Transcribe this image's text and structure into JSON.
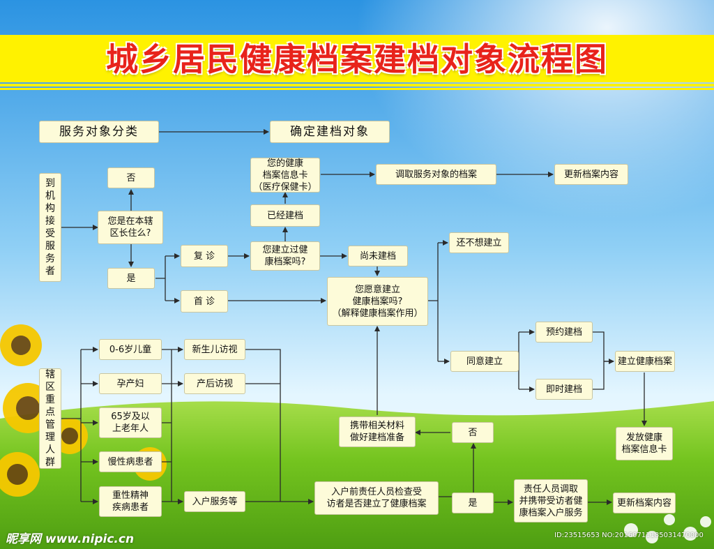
{
  "title": "城乡居民健康档案建档对象流程图",
  "watermark": "昵享网 www.nipic.cn",
  "image_id": "ID:23515653 NO:20160711185031470000",
  "colors": {
    "sky_top": "#1f8fe0",
    "sky_bottom": "#d8f0ff",
    "grass": "#6cc31c",
    "title_band": "#fff200",
    "title_text": "#e8231b",
    "node_fill": "#fdfbd9"
  },
  "nodes": {
    "classify": "服务对象分类",
    "determine": "确定建档对象",
    "walkin": "到\n机\n构\n接\n受\n服\n务\n者",
    "no_top": "否",
    "resident_q": "您是在本辖\n区长住么?",
    "yes_left": "是",
    "revisit": "复  诊",
    "first_visit": "首  诊",
    "card": "您的健康\n档案信息卡\n（医疗保健卡）",
    "already": "已经建档",
    "built_q": "您建立过健\n康档案吗?",
    "not_yet": "尚未建档",
    "retrieve": "调取服务对象的档案",
    "update_top": "更新档案内容",
    "willing_q": "您愿意建立\n健康档案吗?\n（解释健康档案作用）",
    "not_want": "还不想建立",
    "agree": "同意建立",
    "appoint": "预约建档",
    "immediate": "即时建档",
    "establish": "建立健康档案",
    "issue_card": "发放健康\n档案信息卡",
    "key_groups": "辖\n区\n重\n点\n管\n理\n人\n群",
    "children": "0-6岁儿童",
    "pregnant": "孕产妇",
    "elderly": "65岁及以\n上老年人",
    "chronic": "慢性病患者",
    "mental": "重性精神\n疾病患者",
    "newborn": "新生儿访视",
    "postpartum": "产后访视",
    "home_service": "入户服务等",
    "prepare": "携带相关材料\n做好建档准备",
    "no_bottom": "否",
    "check_before": "入户前责任人员检查受\n访者是否建立了健康档案",
    "yes_bottom": "是",
    "retrieve_home": "责任人员调取\n并携带受访者健\n康档案入户服务",
    "update_bottom": "更新档案内容"
  }
}
